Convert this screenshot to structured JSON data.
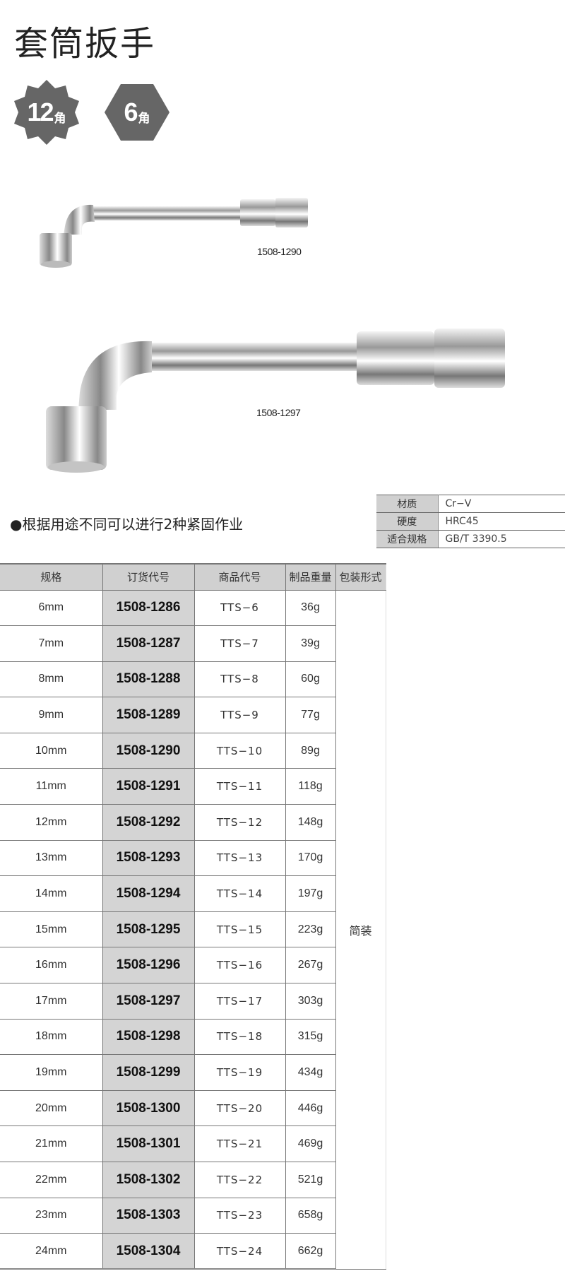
{
  "title": "套筒扳手",
  "badges": [
    {
      "number": "12",
      "unit": "角"
    },
    {
      "number": "6",
      "unit": "角"
    }
  ],
  "images": [
    {
      "code": "1508-1290"
    },
    {
      "code": "1508-1297"
    }
  ],
  "bullet": "●根据用途不同可以进行2种紧固作业",
  "specs": [
    {
      "key": "材质",
      "value": "Cr−V"
    },
    {
      "key": "硬度",
      "value": "HRC45"
    },
    {
      "key": "适合规格",
      "value": "GB/T 3390.5"
    }
  ],
  "table": {
    "headers": [
      "规格",
      "订货代号",
      "商品代号",
      "制品重量",
      "包装形式"
    ],
    "packaging": "简装",
    "rows": [
      [
        "6mm",
        "1508-1286",
        "TTS−6",
        "36g"
      ],
      [
        "7mm",
        "1508-1287",
        "TTS−7",
        "39g"
      ],
      [
        "8mm",
        "1508-1288",
        "TTS−8",
        "60g"
      ],
      [
        "9mm",
        "1508-1289",
        "TTS−9",
        "77g"
      ],
      [
        "10mm",
        "1508-1290",
        "TTS−10",
        "89g"
      ],
      [
        "11mm",
        "1508-1291",
        "TTS−11",
        "118g"
      ],
      [
        "12mm",
        "1508-1292",
        "TTS−12",
        "148g"
      ],
      [
        "13mm",
        "1508-1293",
        "TTS−13",
        "170g"
      ],
      [
        "14mm",
        "1508-1294",
        "TTS−14",
        "197g"
      ],
      [
        "15mm",
        "1508-1295",
        "TTS−15",
        "223g"
      ],
      [
        "16mm",
        "1508-1296",
        "TTS−16",
        "267g"
      ],
      [
        "17mm",
        "1508-1297",
        "TTS−17",
        "303g"
      ],
      [
        "18mm",
        "1508-1298",
        "TTS−18",
        "315g"
      ],
      [
        "19mm",
        "1508-1299",
        "TTS−19",
        "434g"
      ],
      [
        "20mm",
        "1508-1300",
        "TTS−20",
        "446g"
      ],
      [
        "21mm",
        "1508-1301",
        "TTS−21",
        "469g"
      ],
      [
        "22mm",
        "1508-1302",
        "TTS−22",
        "521g"
      ],
      [
        "23mm",
        "1508-1303",
        "TTS−23",
        "658g"
      ],
      [
        "24mm",
        "1508-1304",
        "TTS−24",
        "662g"
      ]
    ]
  },
  "colors": {
    "badge": "#666666",
    "header_bg": "#d0d0d0",
    "code_bg": "#d4d4d4"
  }
}
